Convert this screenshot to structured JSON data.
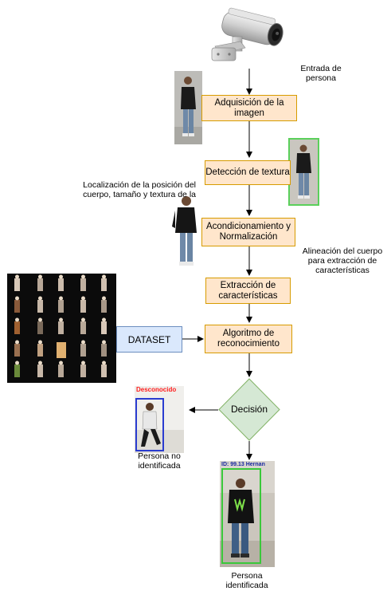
{
  "nodes": {
    "adquisicion": "Adquisición de la imagen",
    "deteccion": "Detección de textura",
    "acondicionamiento": "Acondicionamiento y Normalización",
    "extraccion": "Extracción de características",
    "algoritmo": "Algoritmo de reconocimiento",
    "decision": "Decisión",
    "dataset": "DATASET"
  },
  "notes": {
    "entrada": "Entrada de\npersona",
    "localizacion": "Localización de la posición del\ncuerpo, tamaño y textura de la",
    "alineacion": "Alineación del cuerpo\npara extracción de\ncaracterísticas",
    "no_identificada": "Persona no\nidentificada",
    "identificada": "Persona\nidentificada"
  },
  "overlays": {
    "desconocido": "Desconocido",
    "identified_tag": "ID: 99.13 Hernan"
  },
  "colors": {
    "process_fill": "#ffe6cc",
    "process_border": "#d79b00",
    "dataset_fill": "#dae8fc",
    "dataset_border": "#6c8ebf",
    "decision_fill": "#d5e8d4",
    "decision_border": "#82b366"
  }
}
